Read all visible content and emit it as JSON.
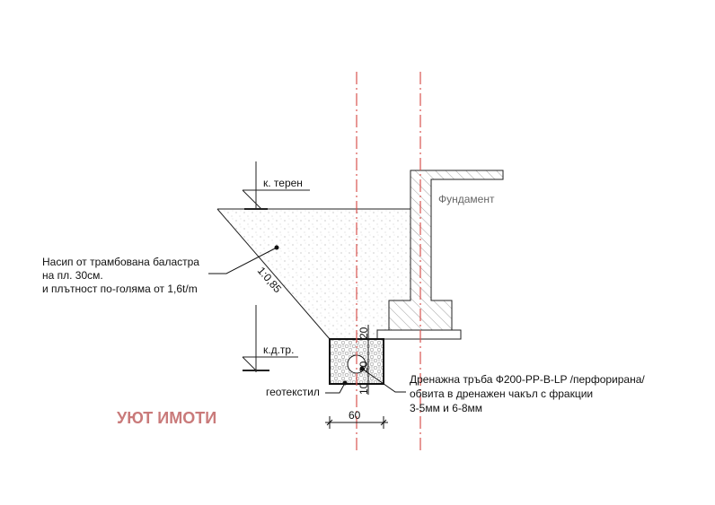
{
  "labels": {
    "ground_level": "к. терен",
    "drain_level": "к.д.тр.",
    "foundation": "Фундамент",
    "fill_line1": "Насип от трамбована баластра",
    "fill_line2": "на пл. 30см.",
    "fill_line3": "и плътност по-голяма от 1,6t/m",
    "slope": "1:0,85",
    "geotextile": "геотекстил",
    "pipe_line1": "Дренажна тръба Ф200-PP-B-LP /перфорирана/",
    "pipe_line2": "обвита в дренажен чакъл с фракции",
    "pipe_line3": "3-5мм и 6-8мм"
  },
  "dimensions": {
    "width": "60",
    "top": "20",
    "pipe": "20",
    "bottom": "10"
  },
  "watermark": "УЮТ ИМОТИ",
  "colors": {
    "axis": "#d9534f",
    "watermark": "#c97a7a",
    "line": "#111111"
  }
}
